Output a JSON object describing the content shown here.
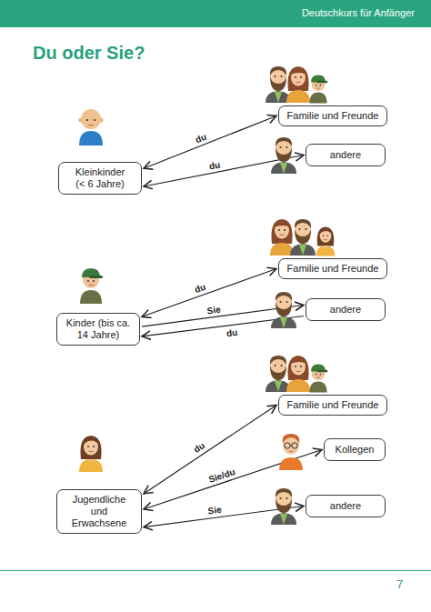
{
  "diagram": {
    "title": "Du oder Sie?",
    "nodes": [
      {
        "text": [
          "Kleinkinder (< 6 Jahre)"
        ]
      },
      {
        "text": [
          "Familie und Freunde"
        ]
      },
      {
        "text": [
          "andere"
        ]
      },
      {
        "text": [
          "Kinder (bis ca. 14 Jahre)"
        ]
      },
      {
        "text": [
          "Familie und Freunde"
        ]
      },
      {
        "text": [
          "andere"
        ]
      },
      {
        "text": [
          "Jugendliche und Erwachsene"
        ]
      },
      {
        "text": [
          "Familie und Freunde"
        ]
      },
      {
        "text": [
          "Kollegen"
        ]
      },
      {
        "text": [
          "andere"
        ]
      }
    ],
    "edges": [
      {
        "from": 0,
        "to": 1,
        "label": "du",
        "arrow": "both"
      },
      {
        "from": 0,
        "to": 2,
        "label": "du",
        "arrow": "both"
      },
      {
        "from": 3,
        "to": 4,
        "label": "du",
        "arrow": "both"
      },
      {
        "from": 3,
        "to": 5,
        "label": "Sie",
        "arrow": "to"
      },
      {
        "from": 5,
        "to": 3,
        "label": "du",
        "arrow": "to"
      },
      {
        "from": 6,
        "to": 7,
        "label": "du",
        "arrow": "both"
      },
      {
        "from": 6,
        "to": 8,
        "label": "Sie/du",
        "arrow": "both"
      },
      {
        "from": 6,
        "to": 9,
        "label": "Sie",
        "arrow": "both"
      }
    ],
    "labels": [
      "Deutschkurs für Anfänger",
      "7"
    ]
  }
}
